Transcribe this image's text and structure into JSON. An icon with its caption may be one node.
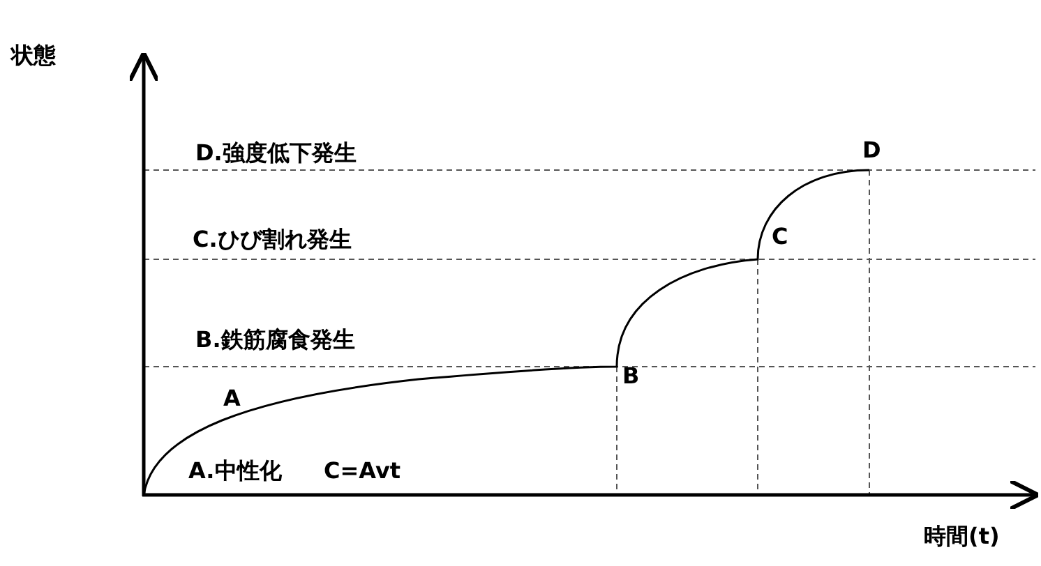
{
  "diagram": {
    "labels": [
      "状態",
      "D.強度低下発生",
      "D",
      "C.ひび割れ発生",
      "C",
      "B.鉄筋腐食発生",
      "B",
      "A",
      "A.中性化",
      "C=Avt",
      "時間(t)"
    ]
  }
}
